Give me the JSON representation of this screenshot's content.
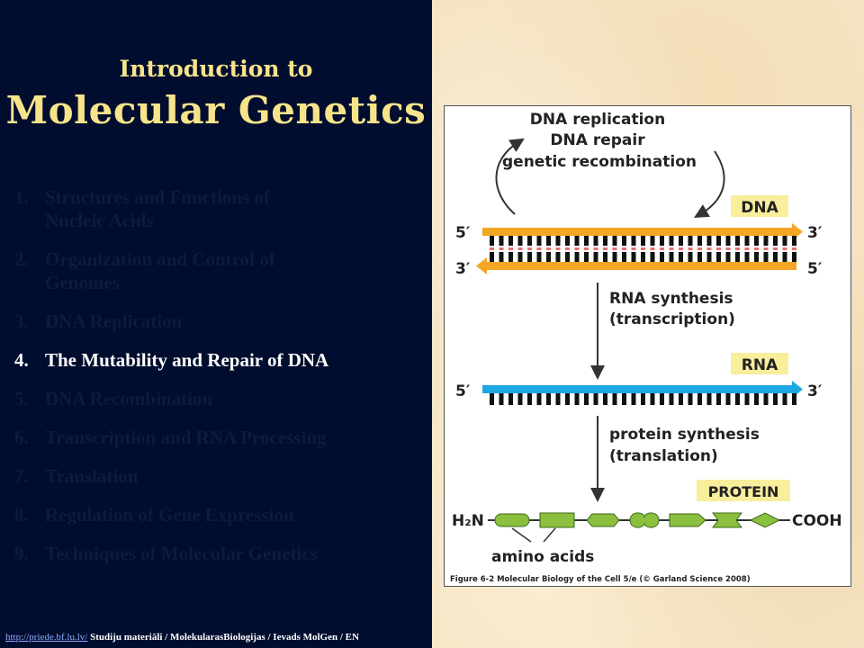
{
  "header": {
    "title_small": "Introduction to",
    "title_big": "Molecular Genetics"
  },
  "toc": [
    {
      "num": "1.",
      "line1": "Structures and Functions of",
      "line2": "Nucleic Acids"
    },
    {
      "num": "2.",
      "line1": "Organization and Control of",
      "line2": "Genomes"
    },
    {
      "num": "3.",
      "line1": "DNA Replication",
      "line2": ""
    },
    {
      "num": "4.",
      "line1": "The Mutability and Repair of DNA",
      "line2": ""
    },
    {
      "num": "5.",
      "line1": "DNA Recombination",
      "line2": ""
    },
    {
      "num": "6.",
      "line1": "Transcription and RNA Processing",
      "line2": ""
    },
    {
      "num": "7.",
      "line1": "Translation",
      "line2": ""
    },
    {
      "num": "8.",
      "line1": "Regulation of Gene Expression",
      "line2": ""
    },
    {
      "num": "9.",
      "line1": "Techniques of Molecular Genetics",
      "line2": ""
    }
  ],
  "footer": {
    "link_text": "http://priede.bf.lu.lv/",
    "path": " Studiju materiāli / MolekularasBiologijas / Ievads MolGen / EN"
  },
  "figure": {
    "top_label_1": "DNA replication",
    "top_label_2": "DNA repair",
    "top_label_3": "genetic recombination",
    "dna_tag": "DNA",
    "dna_top_5": "5′",
    "dna_top_3": "3′",
    "dna_bot_3": "3′",
    "dna_bot_5": "5′",
    "rna_synth_1": "RNA synthesis",
    "rna_synth_2": "(transcription)",
    "rna_tag": "RNA",
    "rna_5": "5′",
    "rna_3": "3′",
    "prot_synth_1": "protein synthesis",
    "prot_synth_2": "(translation)",
    "protein_tag": "PROTEIN",
    "h2n": "H₂N",
    "cooh": "COOH",
    "amino_acids": "amino acids",
    "caption": "Figure 6-2  Molecular Biology of the Cell 5/e (© Garland Science 2008)"
  },
  "colors": {
    "left_bg": "#000d2e",
    "title": "#f7e48a",
    "dna_strand": "#f5a623",
    "rna_strand": "#1ea7e1",
    "tag_bg": "#f8ee9c",
    "amino_green": "#8bbf3e"
  }
}
